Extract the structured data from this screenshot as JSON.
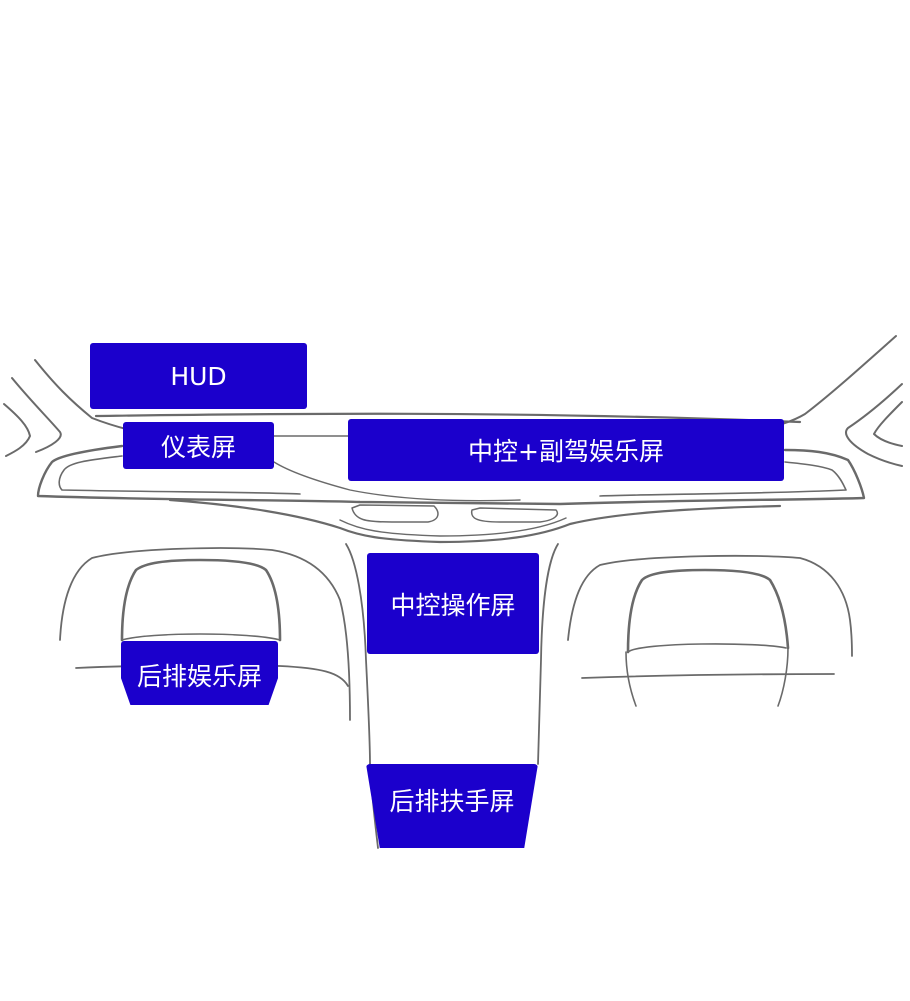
{
  "colors": {
    "accent": "#1b00cc",
    "line": "#6a6a6a",
    "text": "#ffffff",
    "background": "#ffffff"
  },
  "screens": {
    "hud": "HUD",
    "instrument_cluster": "仪表屏",
    "center_passenger": "中控+副驾娱乐屏",
    "center_control": "中控操作屏",
    "rear_entertainment": "后排娱乐屏",
    "rear_armrest": "后排扶手屏"
  }
}
